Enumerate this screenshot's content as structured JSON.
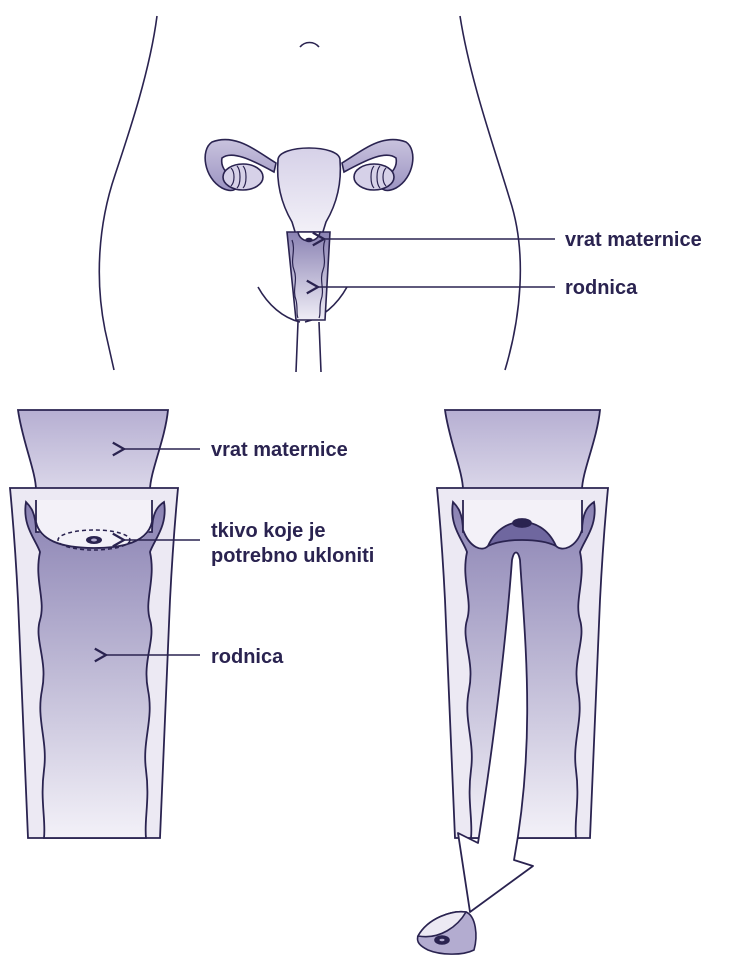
{
  "top_figure": {
    "label_cervix": "vrat maternice",
    "label_vagina": "rodnica"
  },
  "bottom_left_figure": {
    "label_cervix": "vrat maternice",
    "label_tissue_line1": "tkivo koje je",
    "label_tissue_line2": "potrebno ukloniti",
    "label_vagina": "rodnica"
  },
  "colors": {
    "outline": "#2a2350",
    "fill_light": "#ece9f3",
    "fill_mid": "#b3acd0",
    "fill_dark": "#8a82b3"
  }
}
